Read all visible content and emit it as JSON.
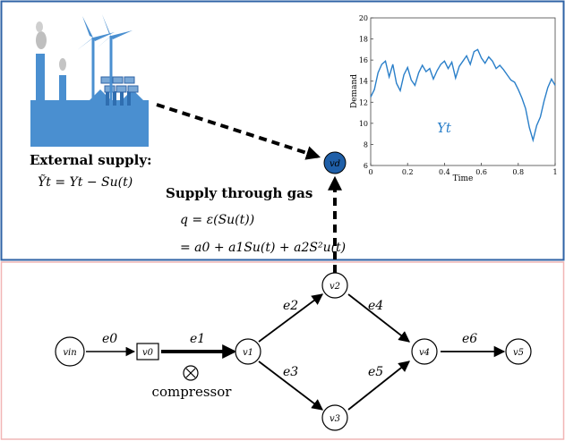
{
  "top_panel": {
    "external_supply_title": "External supply:",
    "external_supply_formula": "Ỹt = Yt − Su(t)",
    "supply_gas_title": "Supply through gas",
    "gas_formula_line1": "q = ε(Su(t))",
    "gas_formula_line2": "= a0 + a1Su(t) + a2S²u(t)",
    "demand_node_label": "vd",
    "colors": {
      "frame_blue": "#2f63a6",
      "factory_blue": "#4a8fd0",
      "demand_node_fill": "#1f5fa8",
      "series_blue": "#2a7fc9"
    }
  },
  "bottom_panel": {
    "frame_color": "#f1b5b5",
    "compressor_label": "compressor",
    "nodes": [
      {
        "id": "v_in",
        "label": "vin"
      },
      {
        "id": "v0",
        "label": "v0"
      },
      {
        "id": "v1",
        "label": "v1"
      },
      {
        "id": "v2",
        "label": "v2"
      },
      {
        "id": "v3",
        "label": "v3"
      },
      {
        "id": "v4",
        "label": "v4"
      },
      {
        "id": "v5",
        "label": "v5"
      }
    ],
    "edges": [
      {
        "label": "e0"
      },
      {
        "label": "e1"
      },
      {
        "label": "e2"
      },
      {
        "label": "e3"
      },
      {
        "label": "e4"
      },
      {
        "label": "e5"
      },
      {
        "label": "e6"
      }
    ]
  },
  "chart_data": {
    "type": "line",
    "xlabel": "Time",
    "ylabel": "Demand",
    "xlim": [
      0,
      1
    ],
    "ylim": [
      6,
      20
    ],
    "x_ticks": [
      "0",
      "0.2",
      "0.4",
      "0.6",
      "0.8",
      "1"
    ],
    "y_ticks": [
      "6",
      "8",
      "10",
      "12",
      "14",
      "16",
      "18",
      "20"
    ],
    "series_label": "Yt",
    "color": "#2a7fc9",
    "series": [
      {
        "x": [
          0,
          0.02,
          0.04,
          0.06,
          0.08,
          0.1,
          0.12,
          0.14,
          0.16,
          0.18,
          0.2,
          0.22,
          0.24,
          0.26,
          0.28,
          0.3,
          0.32,
          0.34,
          0.36,
          0.38,
          0.4,
          0.42,
          0.44,
          0.46,
          0.48,
          0.5,
          0.52,
          0.54,
          0.56,
          0.58,
          0.6,
          0.62,
          0.64,
          0.66,
          0.68,
          0.7,
          0.72,
          0.74,
          0.76,
          0.78,
          0.8,
          0.82,
          0.84,
          0.86,
          0.88,
          0.9,
          0.92,
          0.94,
          0.96,
          0.98,
          1
        ],
        "values": [
          12.5,
          13.2,
          14.8,
          15.6,
          15.9,
          14.4,
          15.6,
          13.8,
          13.1,
          14.6,
          15.3,
          14.1,
          13.6,
          14.8,
          15.5,
          14.9,
          15.2,
          14.2,
          15.0,
          15.6,
          15.9,
          15.2,
          15.8,
          14.3,
          15.4,
          15.9,
          16.4,
          15.6,
          16.8,
          17.0,
          16.2,
          15.7,
          16.3,
          15.9,
          15.2,
          15.5,
          15.1,
          14.6,
          14.1,
          13.9,
          13.2,
          12.4,
          11.4,
          9.6,
          8.4,
          9.8,
          10.6,
          12.1,
          13.4,
          14.2,
          13.6
        ]
      }
    ]
  }
}
